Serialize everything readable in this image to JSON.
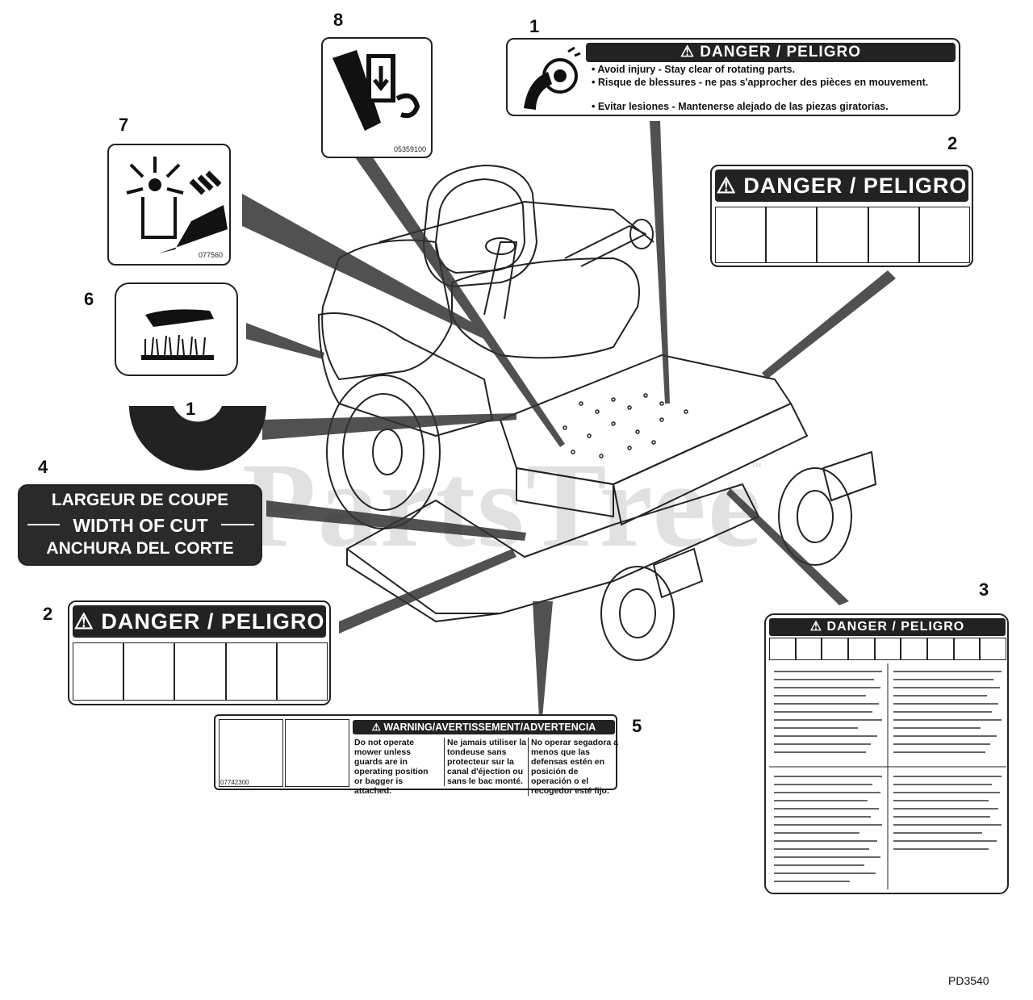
{
  "watermark": "PartsTree",
  "watermark_tm": "™",
  "figure_code": "PD3540",
  "callouts": [
    "1",
    "2",
    "3",
    "4",
    "5",
    "6",
    "7",
    "8",
    "1",
    "2"
  ],
  "decal_1": {
    "banner": "⚠ DANGER / PELIGRO",
    "lines": [
      "• Avoid injury - Stay clear of rotating parts.",
      "• Risque de blessures - ne pas s'approcher des pièces en mouvement.",
      "• Evitar lesiones - Mantenerse alejado de las piezas giratorias."
    ]
  },
  "decal_2": {
    "banner": "⚠ DANGER / PELIGRO"
  },
  "decal_3": {
    "banner": "⚠ DANGER / PELIGRO"
  },
  "decal_4": {
    "lines": [
      "LARGEUR DE COUPE",
      "WIDTH OF CUT",
      "ANCHURA DEL CORTE"
    ]
  },
  "decal_5": {
    "banner": "⚠ WARNING/AVERTISSEMENT/ADVERTENCIA",
    "col1": "Do not operate mower unless guards are in operating position or bagger is attached.",
    "col2": "Ne jamais utiliser la tondeuse sans protecteur sur la canal d'éjection ou sans le bac monté.",
    "col3": "No operar segadora a menos que las defensas estén en posición de operación o el recogedor esté fijo."
  },
  "decal_7": {
    "code": "077560"
  },
  "decal_8": {
    "code": "05359100"
  },
  "decal_5_code": "07742300"
}
